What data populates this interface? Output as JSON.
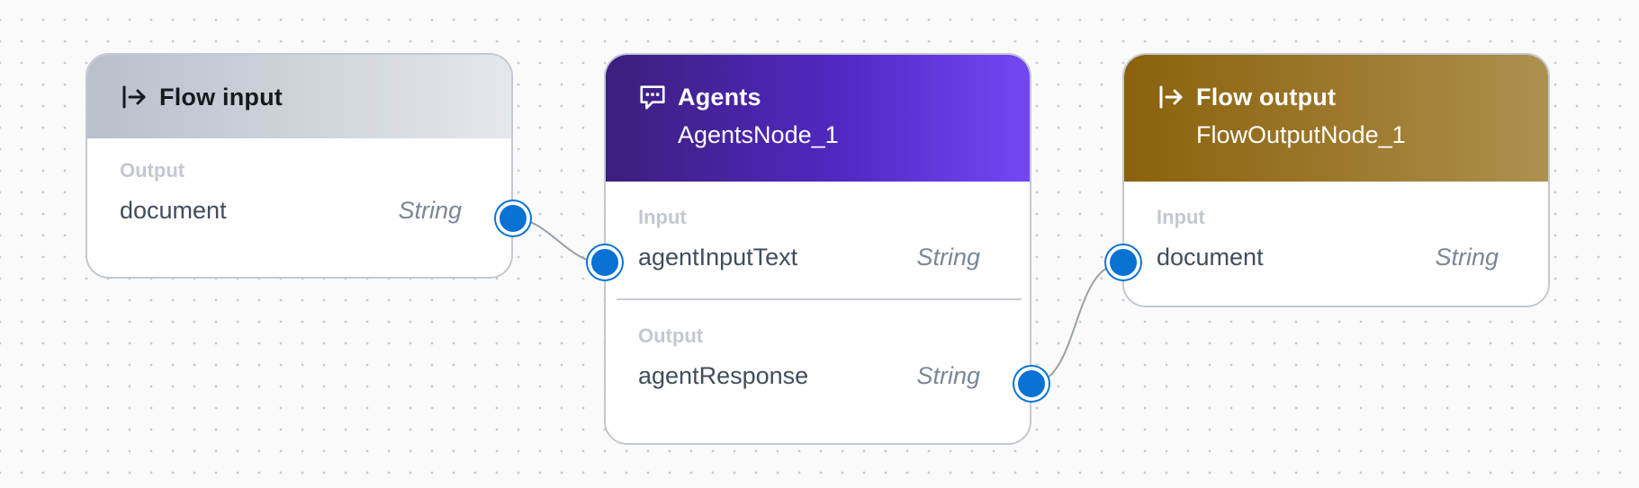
{
  "flow_input_node": {
    "title": "Flow input",
    "icon": "flow-input-icon",
    "header_gradient": [
      "#b9c0ca",
      "#e4e7eb"
    ],
    "output_label": "Output",
    "output": {
      "name": "document",
      "type": "String"
    }
  },
  "agents_node": {
    "title": "Agents",
    "subtitle": "AgentsNode_1",
    "icon": "chat-message-icon",
    "header_gradient": [
      "#3b1f7c",
      "#7447f5"
    ],
    "input_label": "Input",
    "input": {
      "name": "agentInputText",
      "type": "String"
    },
    "output_label": "Output",
    "output": {
      "name": "agentResponse",
      "type": "String"
    }
  },
  "flow_output_node": {
    "title": "Flow output",
    "subtitle": "FlowOutputNode_1",
    "icon": "flow-output-icon",
    "header_gradient": [
      "#8a620c",
      "#ac914e"
    ],
    "input_label": "Input",
    "input": {
      "name": "document",
      "type": "String"
    }
  },
  "colors": {
    "handle": "#0972d3",
    "edge": "#9aa0a8",
    "node_border": "#c2c9d3"
  }
}
